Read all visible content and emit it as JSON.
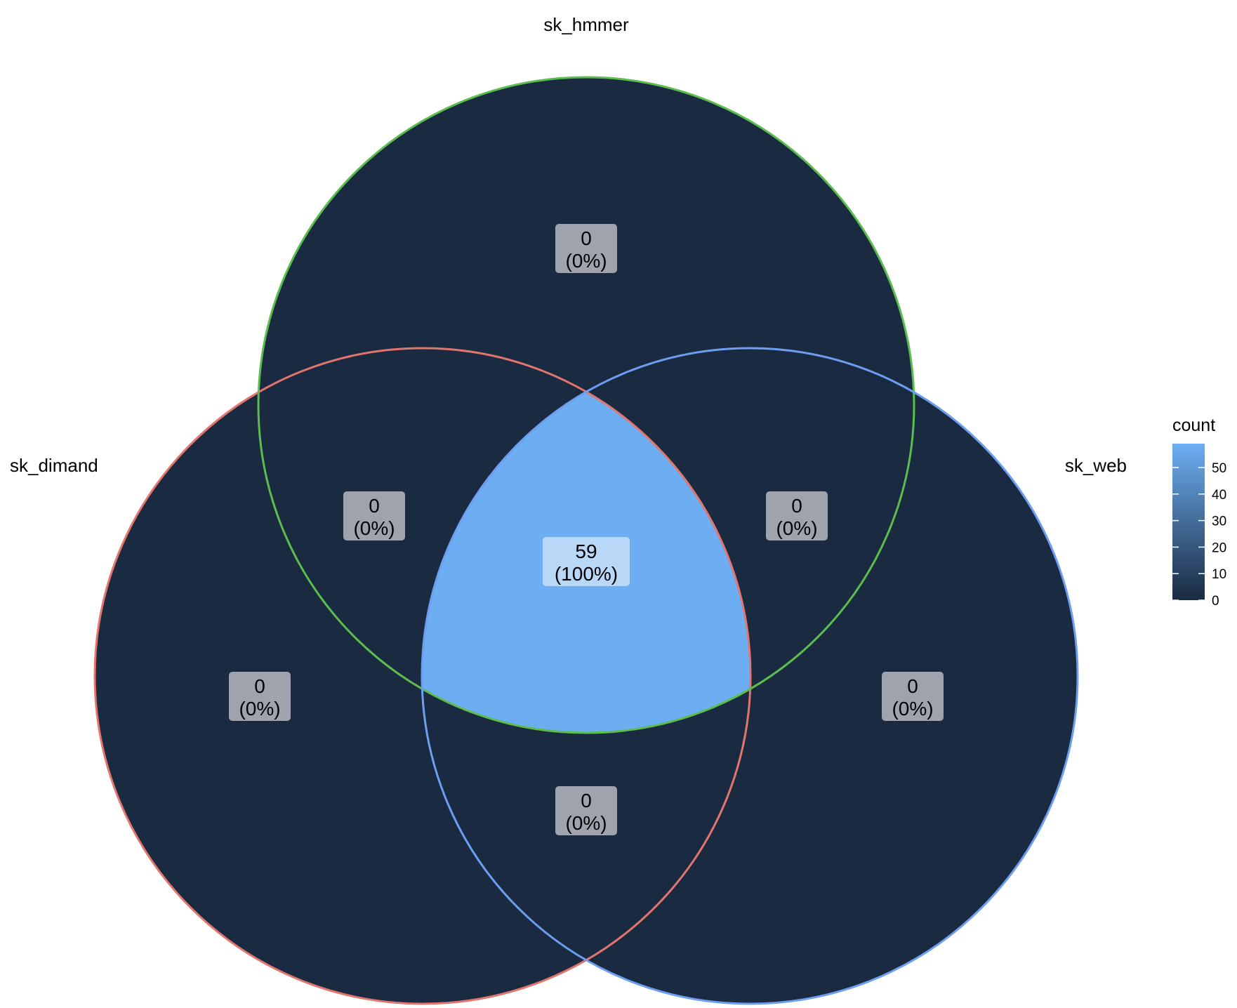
{
  "sets": [
    {
      "key": "dimand",
      "name": "sk_dimand",
      "color": "#E2756E"
    },
    {
      "key": "hmmer",
      "name": "sk_hmmer",
      "color": "#5CBD4F"
    },
    {
      "key": "web",
      "name": "sk_web",
      "color": "#6D9EF1"
    }
  ],
  "regions": [
    {
      "sets": [
        "hmmer"
      ],
      "count": "0",
      "percent": "(0%)"
    },
    {
      "sets": [
        "dimand",
        "hmmer"
      ],
      "count": "0",
      "percent": "(0%)"
    },
    {
      "sets": [
        "hmmer",
        "web"
      ],
      "count": "0",
      "percent": "(0%)"
    },
    {
      "sets": [
        "dimand",
        "hmmer",
        "web"
      ],
      "count": "59",
      "percent": "(100%)"
    },
    {
      "sets": [
        "dimand"
      ],
      "count": "0",
      "percent": "(0%)"
    },
    {
      "sets": [
        "web"
      ],
      "count": "0",
      "percent": "(0%)"
    },
    {
      "sets": [
        "dimand",
        "web"
      ],
      "count": "0",
      "percent": "(0%)"
    }
  ],
  "legend": {
    "title": "count",
    "ticks": [
      "0",
      "10",
      "20",
      "30",
      "40",
      "50"
    ],
    "min": 0,
    "max": 59,
    "low_color": "#1A2A40",
    "high_color": "#6DAEF2"
  },
  "colors": {
    "region_dark": "#1A2A40",
    "region_highlight": "#6DAEF2",
    "label_box": "#9EA3AD",
    "label_box_highlight": "#B9D8F7"
  }
}
